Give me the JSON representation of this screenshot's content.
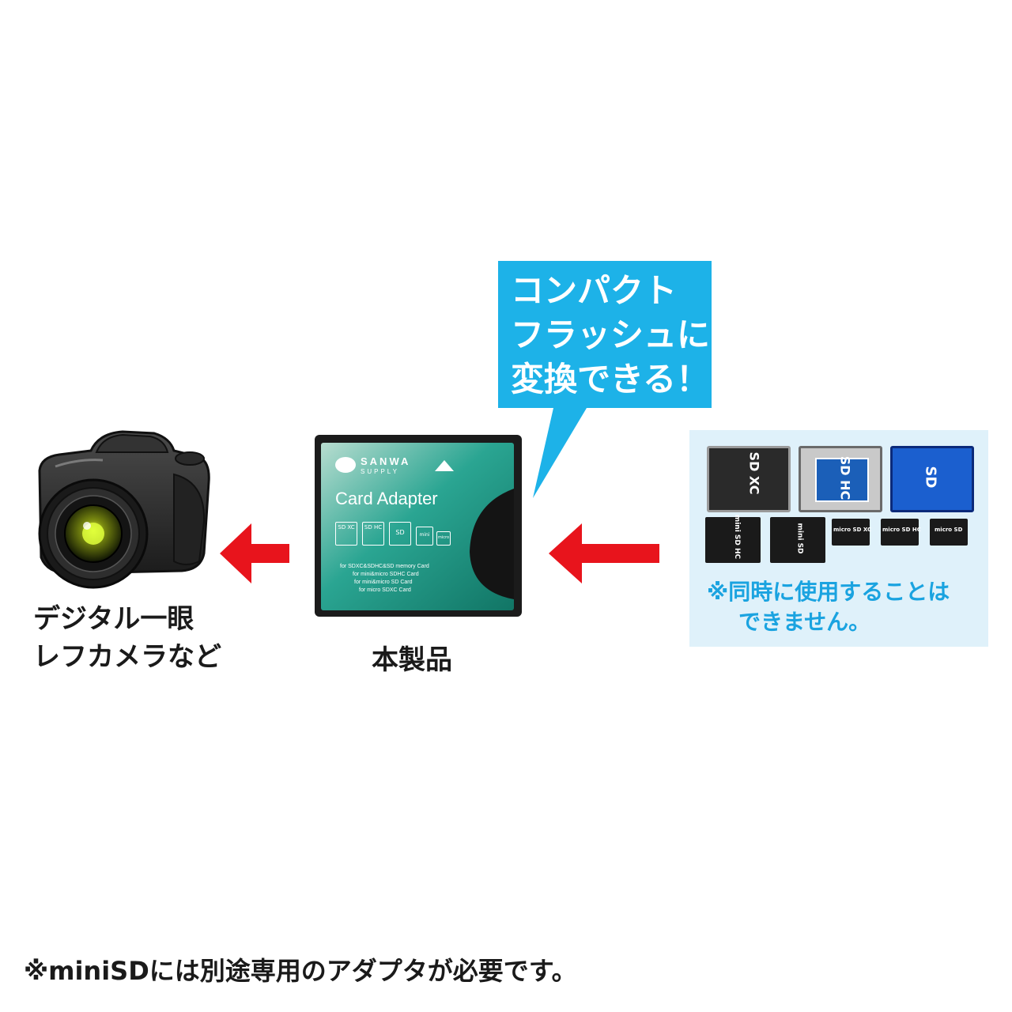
{
  "camera": {
    "label_line1": "デジタル一眼",
    "label_line2": "レフカメラなど"
  },
  "adapter": {
    "label": "本製品",
    "brand_line1": "SANWA",
    "brand_line2": "SUPPLY",
    "title": "Card Adapter",
    "card_marks": [
      "SD XC",
      "SD HC",
      "SD",
      "mini",
      "micro"
    ],
    "compat": [
      "for SDXC&SDHC&SD memory Card",
      "for mini&micro SDHC Card",
      "for mini&micro SD Card",
      "for micro SDXC Card"
    ]
  },
  "bubble": {
    "line1": "コンパクト",
    "line2": "フラッシュに",
    "line3": "変換できる！"
  },
  "cards_panel": {
    "sd_cards": [
      "SD XC",
      "SD HC",
      "SD"
    ],
    "mini_cards": [
      "mini SD HC",
      "mini SD"
    ],
    "micro_cards": [
      "micro SD XC",
      "micro SD HC",
      "micro SD"
    ],
    "note_line1": "※同時に使用することは",
    "note_line2": "できません。"
  },
  "footer": {
    "note": "※miniSDには別途専用のアダプタが必要です。"
  },
  "colors": {
    "arrow": "#e8141c",
    "bubble": "#1db2e8",
    "panel": "#dff1fa",
    "note": "#1aa3e0",
    "adapter_teal": "#1e9a8a"
  }
}
